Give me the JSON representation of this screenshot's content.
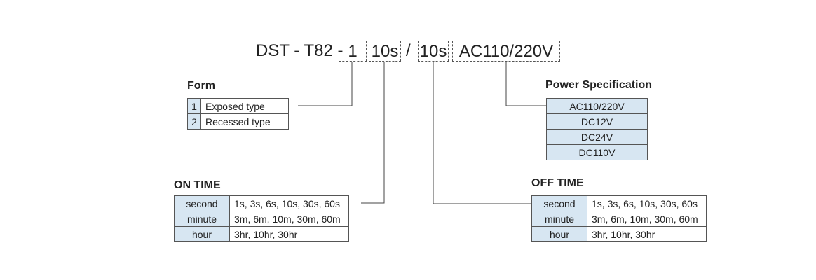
{
  "model": {
    "prefix": "DST - T82 -",
    "form_code": "1",
    "on_time_code": "10s",
    "separator": "/",
    "off_time_code": "10s",
    "power_code": "AC110/220V"
  },
  "form": {
    "title": "Form",
    "rows": [
      {
        "code": "1",
        "label": "Exposed type"
      },
      {
        "code": "2",
        "label": "Recessed type"
      }
    ]
  },
  "power": {
    "title": "Power Specification",
    "options": [
      "AC110/220V",
      "DC12V",
      "DC24V",
      "DC110V"
    ]
  },
  "on_time": {
    "title": "ON TIME",
    "rows": [
      {
        "unit": "second",
        "values": "1s, 3s, 6s, 10s, 30s, 60s"
      },
      {
        "unit": "minute",
        "values": "3m, 6m, 10m, 30m, 60m"
      },
      {
        "unit": "hour",
        "values": "3hr, 10hr, 30hr"
      }
    ]
  },
  "off_time": {
    "title": "OFF TIME",
    "rows": [
      {
        "unit": "second",
        "values": "1s, 3s, 6s, 10s, 30s, 60s"
      },
      {
        "unit": "minute",
        "values": "3m, 6m, 10m, 30m, 60m"
      },
      {
        "unit": "hour",
        "values": "3hr, 10hr, 30hr"
      }
    ]
  }
}
